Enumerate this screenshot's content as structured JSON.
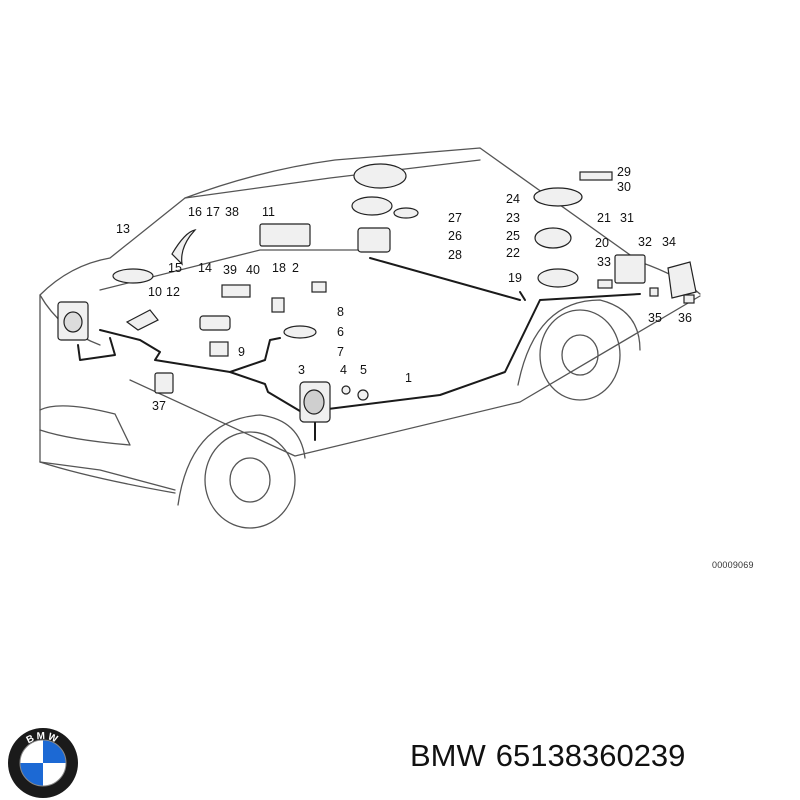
{
  "diagram": {
    "drawing_number": "00009069",
    "callouts": [
      "1",
      "2",
      "3",
      "4",
      "5",
      "6",
      "7",
      "8",
      "9",
      "10",
      "11",
      "12",
      "13",
      "14",
      "15",
      "16",
      "17",
      "18",
      "19",
      "20",
      "21",
      "22",
      "23",
      "24",
      "25",
      "26",
      "27",
      "28",
      "29",
      "30",
      "31",
      "32",
      "33",
      "34",
      "35",
      "36",
      "37",
      "38",
      "39",
      "40"
    ]
  },
  "logo": {
    "text": "BMW",
    "colors": {
      "ring": "#1a1a1a",
      "blue": "#1c69d4",
      "white": "#ffffff",
      "text": "#ffffff"
    }
  },
  "part": {
    "brand": "BMW",
    "number": "65138360239"
  }
}
